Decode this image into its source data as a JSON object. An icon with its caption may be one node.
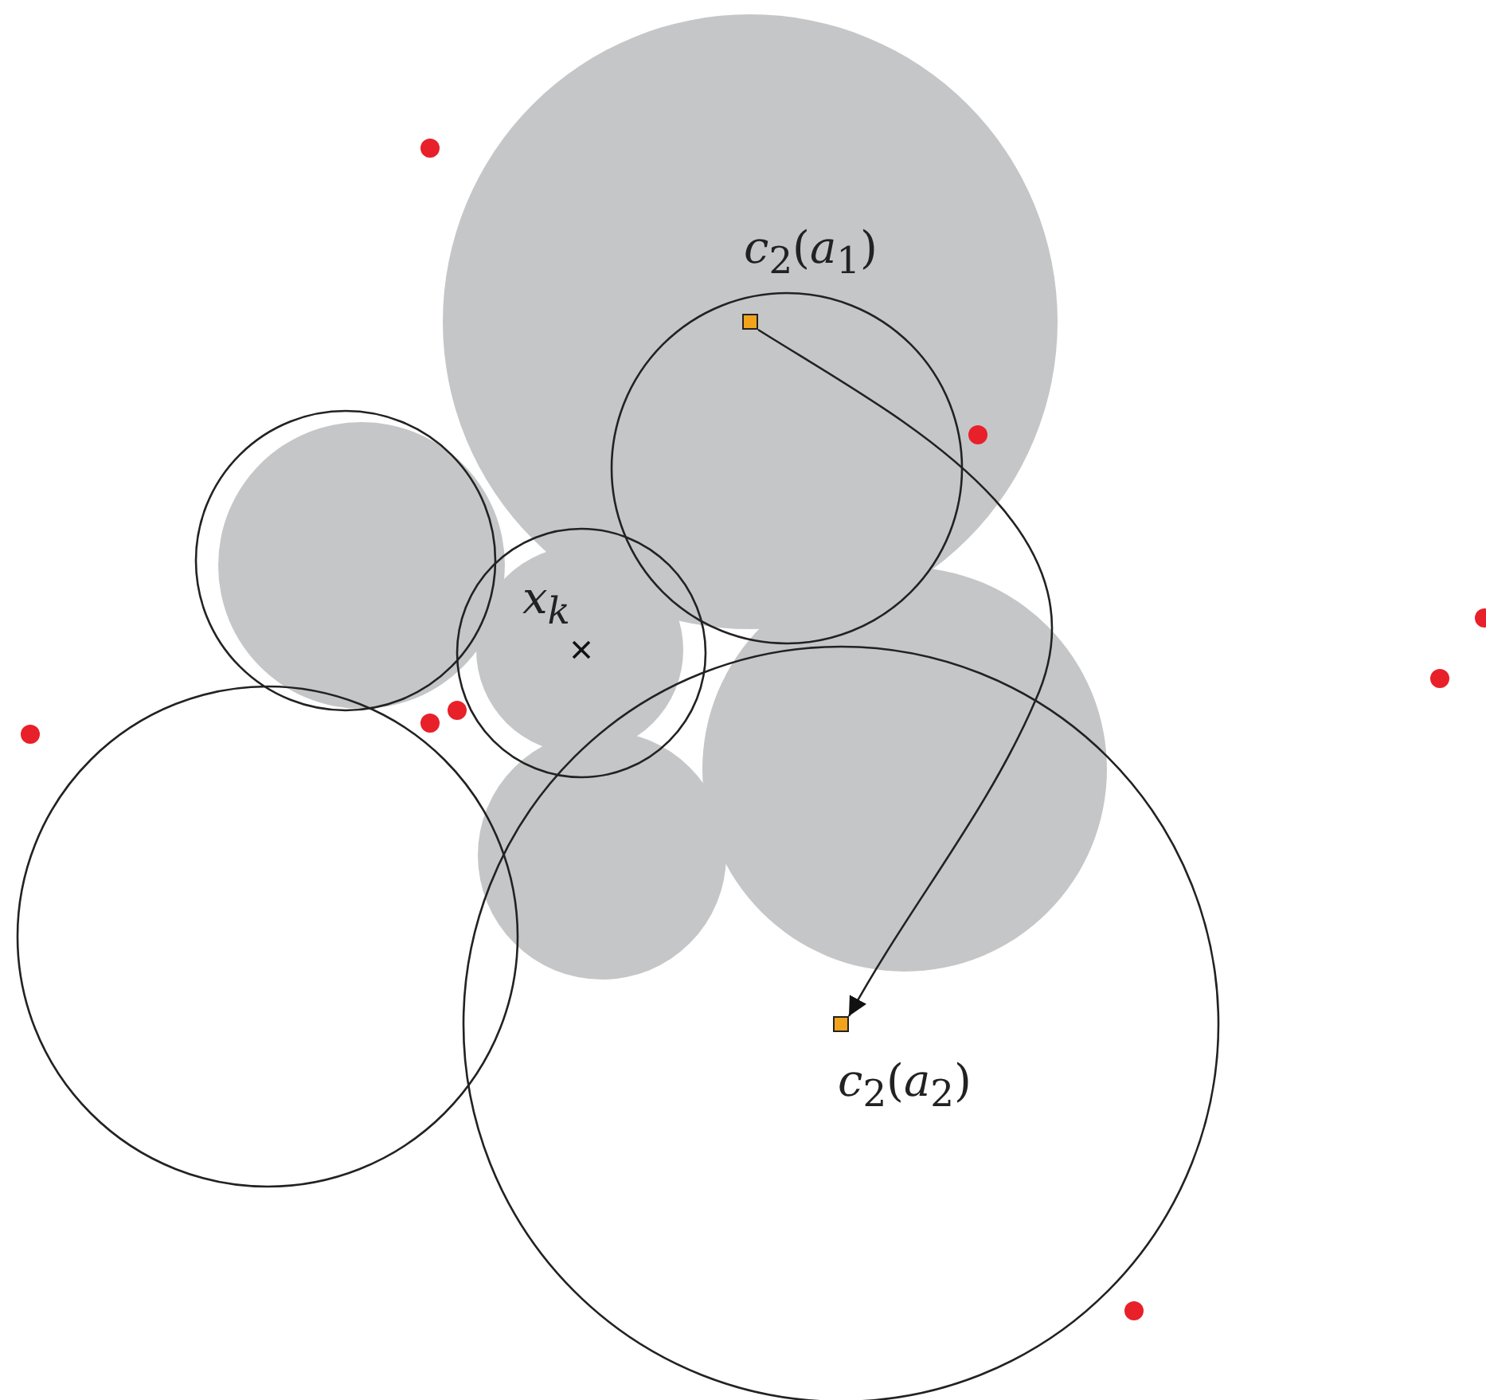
{
  "diagram": {
    "nodes": [
      {
        "text": [],
        "shape": "box",
        "beside": [
          "*c*$_{2}$(*a*$_{1}$)"
        ]
      },
      {
        "text": [],
        "shape": "box",
        "beside": [
          "*c*$_{2}$(*a*$_{2}$)"
        ]
      }
    ],
    "edges": [
      {
        "from": 0,
        "to": 1,
        "arrow": "to"
      }
    ],
    "labels": [
      "x$_{k}$"
    ]
  }
}
